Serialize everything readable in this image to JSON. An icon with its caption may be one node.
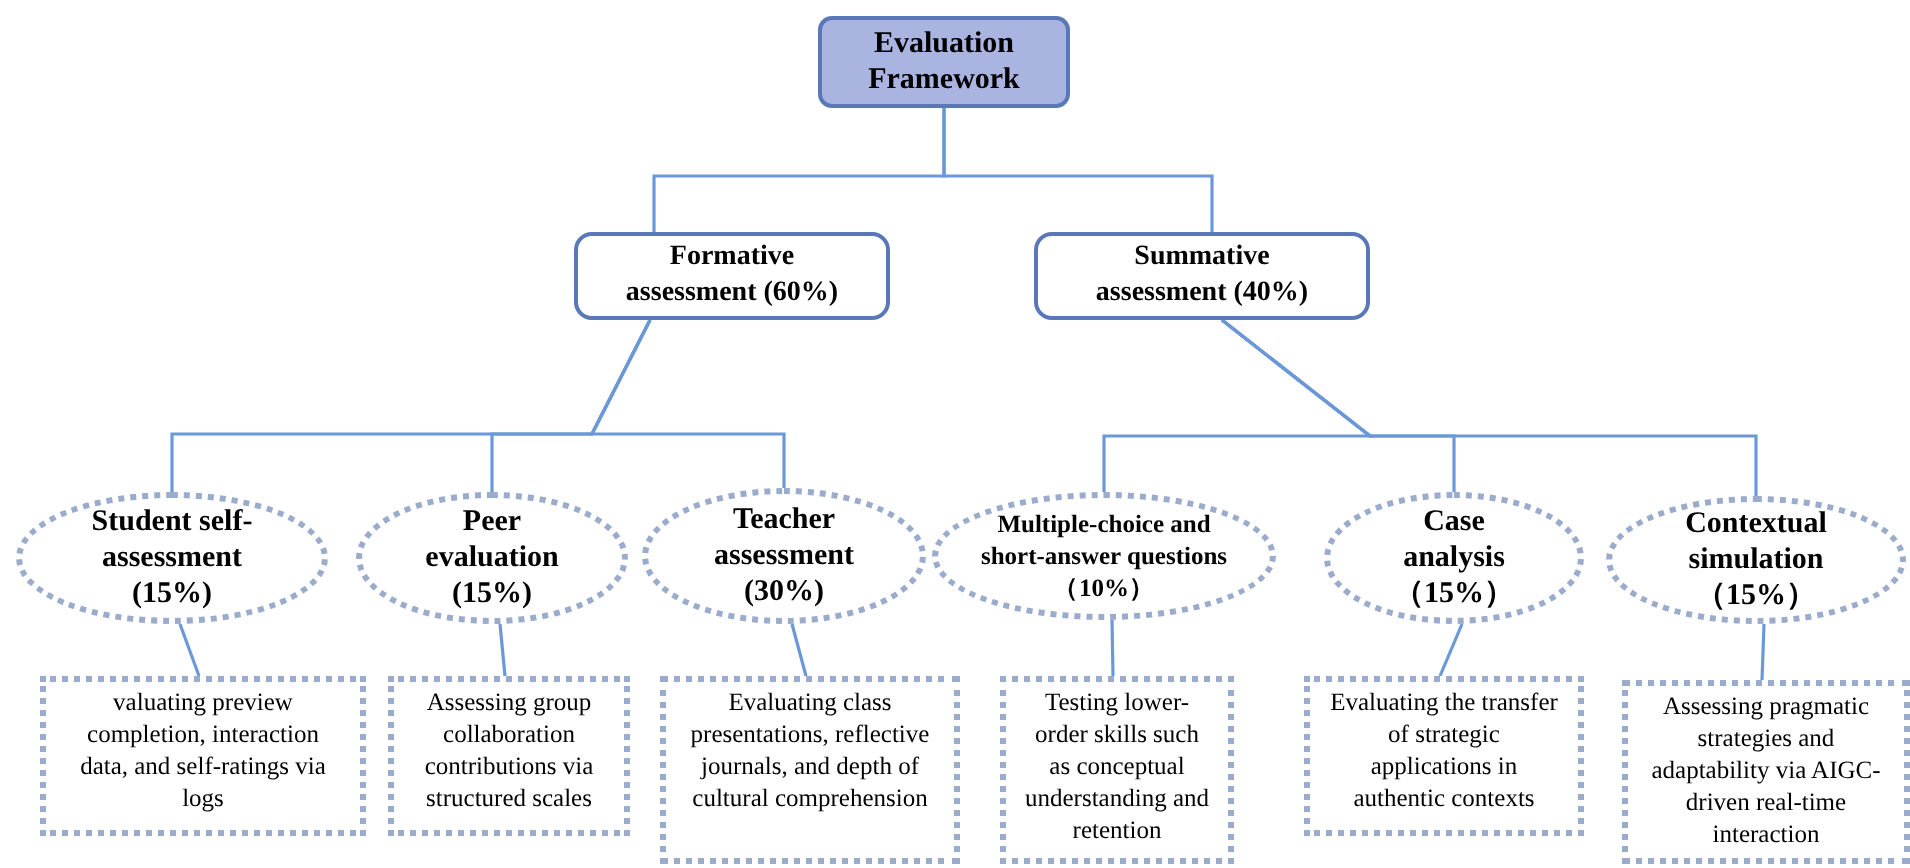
{
  "diagram": {
    "nodes": [
      {
        "text": [
          "Evaluation Framework"
        ]
      },
      {
        "text": [
          "Formative assessment (60%)"
        ]
      },
      {
        "text": [
          "Summative assessment (40%)"
        ]
      },
      {
        "text": [
          "Student self-assessment (15%)"
        ]
      },
      {
        "text": [
          "Peer evaluation (15%)"
        ]
      },
      {
        "text": [
          "Teacher assessment (30%)"
        ]
      },
      {
        "text": [
          "Multiple-choice and short-answer questions（10%）"
        ]
      },
      {
        "text": [
          "Case analysis （15%）"
        ]
      },
      {
        "text": [
          "Contextual simulation （15%）"
        ]
      },
      {
        "text": [
          "valuating preview completion, interaction data, and self-ratings via logs"
        ]
      },
      {
        "text": [
          "Assessing group collaboration contributions via structured scales"
        ]
      },
      {
        "text": [
          "Evaluating class presentations, reflective journals, and depth of cultural comprehension"
        ]
      },
      {
        "text": [
          "Testing lower-order skills such as conceptual understanding and retention"
        ]
      },
      {
        "text": [
          "Evaluating the transfer of strategic applications in authentic contexts"
        ]
      },
      {
        "text": [
          "Assessing pragmatic strategies and adaptability via AIGC-driven real-time interaction"
        ]
      }
    ],
    "edges": [
      {
        "from": 0,
        "to": 1,
        "arrow": "none"
      },
      {
        "from": 0,
        "to": 2,
        "arrow": "none"
      },
      {
        "from": 1,
        "to": 3,
        "arrow": "none"
      },
      {
        "from": 1,
        "to": 4,
        "arrow": "none"
      },
      {
        "from": 1,
        "to": 5,
        "arrow": "none"
      },
      {
        "from": 2,
        "to": 6,
        "arrow": "none"
      },
      {
        "from": 2,
        "to": 7,
        "arrow": "none"
      },
      {
        "from": 2,
        "to": 8,
        "arrow": "none"
      },
      {
        "from": 3,
        "to": 9,
        "arrow": "none"
      },
      {
        "from": 4,
        "to": 10,
        "arrow": "none"
      },
      {
        "from": 5,
        "to": 11,
        "arrow": "none"
      },
      {
        "from": 6,
        "to": 12,
        "arrow": "none"
      },
      {
        "from": 7,
        "to": 13,
        "arrow": "none"
      },
      {
        "from": 8,
        "to": 14,
        "arrow": "none"
      }
    ]
  }
}
